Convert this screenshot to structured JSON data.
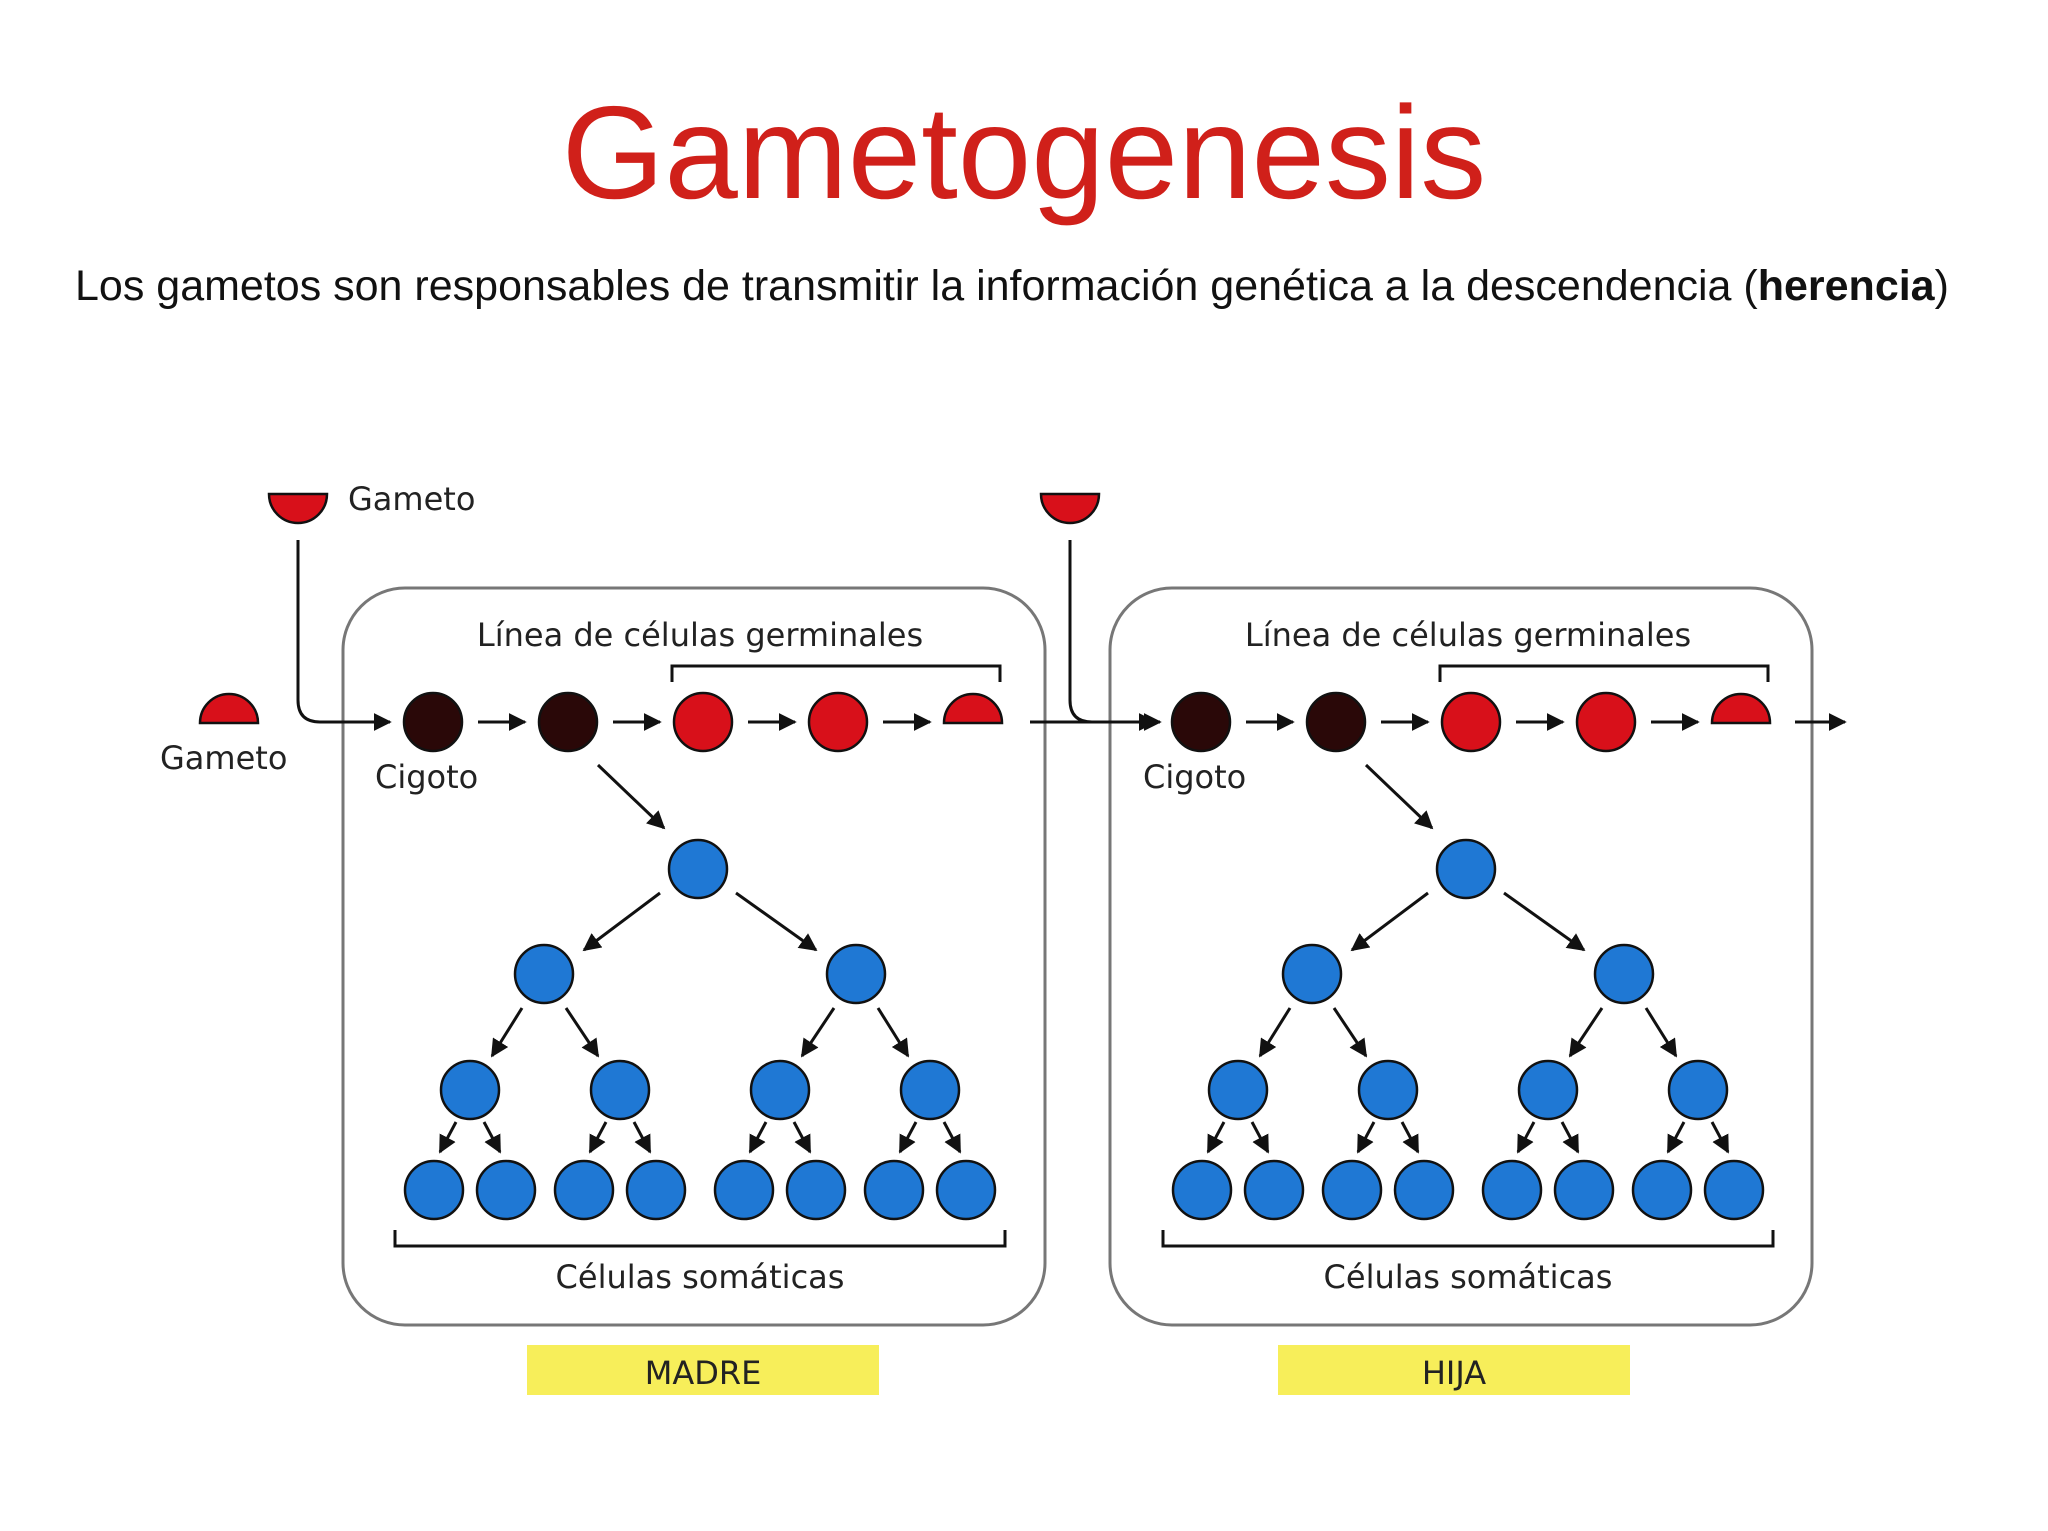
{
  "title": "Gametogenesis",
  "intro": {
    "text_before": "Los  gametos son responsables de transmitir la información genética a la descendencia (",
    "bold": "herencia",
    "text_after": ")"
  },
  "diagram": {
    "gameto_top_label": "Gameto",
    "gameto_left_label": "Gameto",
    "panels": [
      {
        "germline_label": "Línea de células germinales",
        "zygote_label": "Cigoto",
        "somatic_label": "Células somáticas",
        "tag": "MADRE"
      },
      {
        "germline_label": "Línea de células germinales",
        "zygote_label": "Cigoto",
        "somatic_label": "Células somáticas",
        "tag": "HIJA"
      }
    ]
  },
  "colors": {
    "title": "#d0201a",
    "germ_cell": "#d8101a",
    "zygote": "#2a0808",
    "somatic_cell": "#1f78d4",
    "tag_bg": "#f7ee5a"
  }
}
